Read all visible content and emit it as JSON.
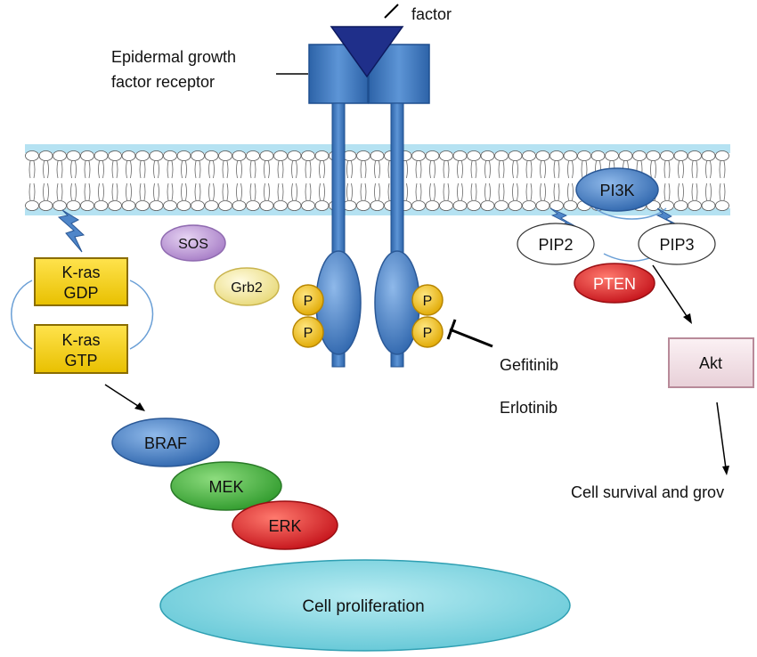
{
  "labels": {
    "ligand_partial": "factor",
    "receptor_line1": "Epidermal growth",
    "receptor_line2": "factor receptor",
    "sos": "SOS",
    "grb2": "Grb2",
    "p": "P",
    "kras_gdp_line1": "K-ras",
    "kras_gdp_line2": "GDP",
    "kras_gtp_line1": "K-ras",
    "kras_gtp_line2": "GTP",
    "braf": "BRAF",
    "mek": "MEK",
    "erk": "ERK",
    "cell_proliferation": "Cell proliferation",
    "pi3k": "PI3K",
    "pip2": "PIP2",
    "pip3": "PIP3",
    "pten": "PTEN",
    "akt": "Akt",
    "cell_survival": "Cell survival and grov",
    "gefitinib": "Gefitinib",
    "erlotinib": "Erlotinib"
  },
  "colors": {
    "membrane": "#aee0f0",
    "receptor": "#3f79bd",
    "ligand": "#1f2f8a",
    "phosphate": "#f0c419",
    "kras": "#f4d000",
    "sos": "#c3a3d8",
    "grb2": "#f5eaa0",
    "braf": "#4c7fc0",
    "mek": "#4cb04a",
    "erk": "#e0262a",
    "pten": "#e0262a",
    "proliferation": "#7fd3e0",
    "akt_fill": "#f5e4ea"
  }
}
